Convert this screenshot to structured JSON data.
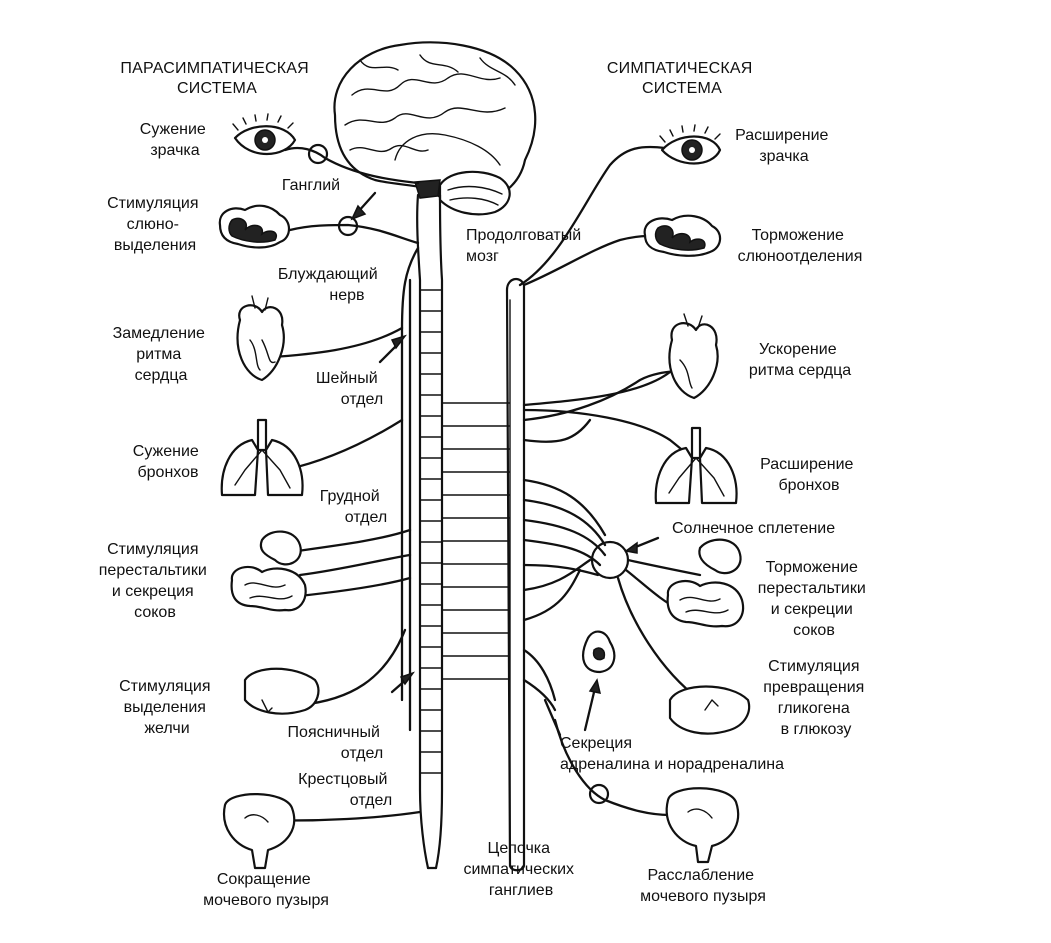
{
  "headers": {
    "parasympathetic": [
      "ПАРАСИМПАТИЧЕСКАЯ",
      "СИСТЕМА"
    ],
    "sympathetic": [
      "СИМПАТИЧЕСКАЯ",
      "СИСТЕМА"
    ]
  },
  "left_effects": {
    "pupil": [
      "Сужение",
      "зрачка"
    ],
    "saliva": [
      "Стимуляция",
      "слюно-",
      "выделения"
    ],
    "heart": [
      "Замедление",
      "ритма",
      "сердца"
    ],
    "bronchi": [
      "Сужение",
      "бронхов"
    ],
    "peristalsis": [
      "Стимуляция",
      "перестальтики",
      "и секреция",
      "соков"
    ],
    "bile": [
      "Стимуляция",
      "выделения",
      "желчи"
    ],
    "bladder": [
      "Сокращение",
      "мочевого пузыря"
    ]
  },
  "right_effects": {
    "pupil": [
      "Расширение",
      "зрачка"
    ],
    "saliva": [
      "Торможение",
      "слюноотделения"
    ],
    "heart": [
      "Ускорение",
      "ритма сердца"
    ],
    "bronchi": [
      "Расширение",
      "бронхов"
    ],
    "peristalsis": [
      "Торможение",
      "перестальтики",
      "и секреции",
      "соков"
    ],
    "glycogen": [
      "Стимуляция",
      "превращения",
      "гликогена",
      "в глюкозу"
    ],
    "bladder": [
      "Расслабление",
      "мочевого пузыря"
    ]
  },
  "structures": {
    "ganglion": [
      "Ганглий"
    ],
    "medulla": [
      "Продолговатый",
      "мозг"
    ],
    "vagus": [
      "Блуждающий",
      "нерв"
    ],
    "cervical": [
      "Шейный",
      "отдел"
    ],
    "thoracic": [
      "Грудной",
      "отдел"
    ],
    "lumbar": [
      "Поясничный",
      "отдел"
    ],
    "sacral": [
      "Крестцовый",
      "отдел"
    ],
    "solar_plexus": [
      "Солнечное сплетение"
    ],
    "adrenaline": [
      "Секреция",
      "адреналина и норадреналина"
    ],
    "chain": [
      "Цепочка",
      "симпатических",
      "ганглиев"
    ]
  }
}
